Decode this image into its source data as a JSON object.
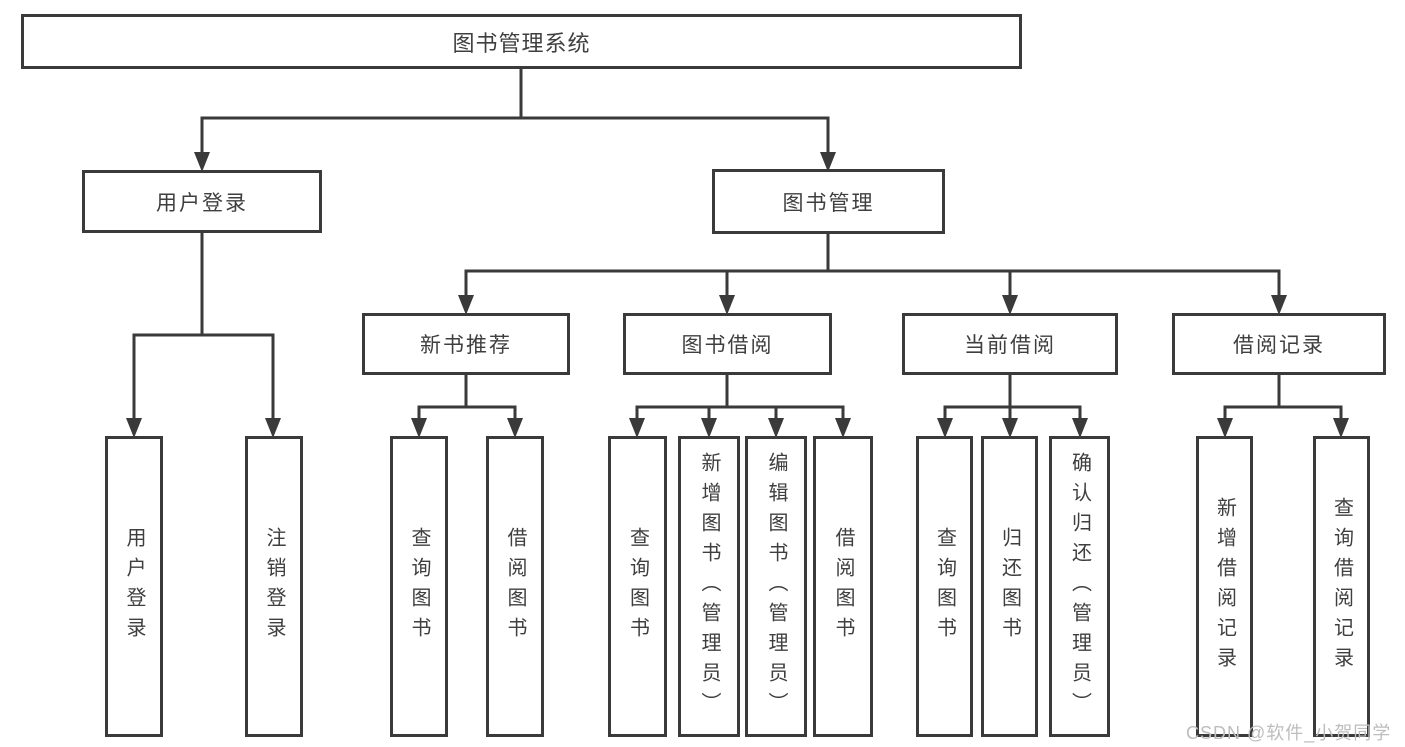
{
  "diagram_title": "图书管理系统",
  "tree": {
    "label": "图书管理系统",
    "children": [
      {
        "label": "用户登录",
        "children": [
          {
            "label": "用户登录"
          },
          {
            "label": "注销登录"
          }
        ]
      },
      {
        "label": "图书管理",
        "children": [
          {
            "label": "新书推荐",
            "children": [
              {
                "label": "查询图书"
              },
              {
                "label": "借阅图书"
              }
            ]
          },
          {
            "label": "图书借阅",
            "children": [
              {
                "label": "查询图书"
              },
              {
                "label": "新增图书（管理员）"
              },
              {
                "label": "编辑图书（管理员）"
              },
              {
                "label": "借阅图书"
              }
            ]
          },
          {
            "label": "当前借阅",
            "children": [
              {
                "label": "查询图书"
              },
              {
                "label": "归还图书"
              },
              {
                "label": "确认归还（管理员）"
              }
            ]
          },
          {
            "label": "借阅记录",
            "children": [
              {
                "label": "新增借阅记录"
              },
              {
                "label": "查询借阅记录"
              }
            ]
          }
        ]
      }
    ]
  },
  "watermark": "CSDN @软件_小贺同学",
  "colors": {
    "line": "#3a3a3a",
    "text": "#3f3f3f",
    "background": "#ffffff",
    "watermark": "#bdbdbd"
  }
}
